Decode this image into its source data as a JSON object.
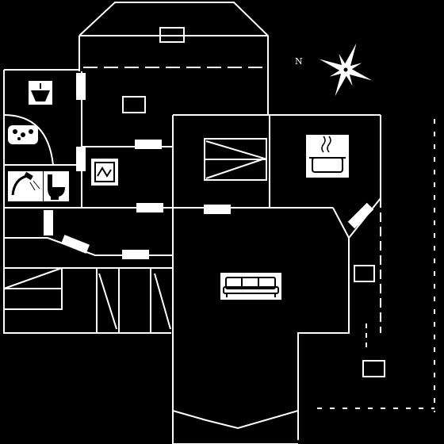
{
  "compass": {
    "north_label": "N"
  },
  "rooms": [
    {
      "id": "bathroom-upper",
      "fixtures": [
        "sink-icon",
        "bathtub-icon"
      ]
    },
    {
      "id": "bathroom-lower",
      "fixtures": [
        "shower-icon",
        "toilet-icon"
      ]
    },
    {
      "id": "utility-room",
      "fixtures": [
        "washing-machine-icon"
      ]
    },
    {
      "id": "kitchen",
      "fixtures": [
        "cooking-pot-icon"
      ]
    },
    {
      "id": "living-room",
      "fixtures": [
        "sofa-icon"
      ]
    }
  ],
  "colors": {
    "background": "#000000",
    "walls": "#ffffff",
    "icon_panel": "#ffffff",
    "icon_ink": "#000000"
  }
}
